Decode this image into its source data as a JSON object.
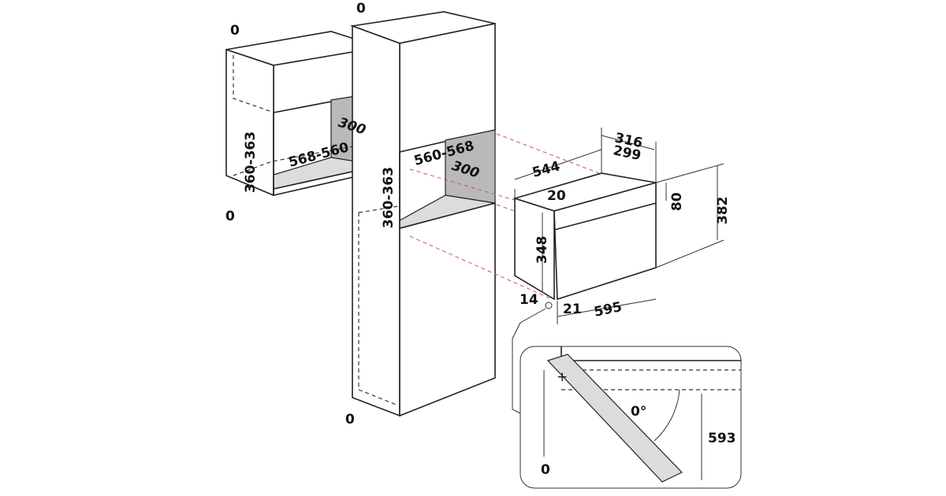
{
  "diagram": {
    "wall_cabinet": {
      "top_clearance": "0",
      "bottom_clearance": "0",
      "niche_height": "360-363",
      "niche_width": "568-560",
      "niche_depth": "300"
    },
    "tall_cabinet": {
      "top_clearance": "0",
      "bottom_clearance": "0",
      "niche_height": "360-363",
      "niche_width": "560-568",
      "niche_depth": "300"
    },
    "appliance": {
      "depth_total": "316",
      "depth_body": "299",
      "body_width": "544",
      "top_offset": "20",
      "panel_height": "80",
      "total_height": "382",
      "body_height": "348",
      "bottom_offset": "14",
      "door_offset": "21",
      "front_width": "595"
    },
    "door_detail": {
      "angle": "0°",
      "door_swing": "593",
      "clearance": "0"
    }
  }
}
